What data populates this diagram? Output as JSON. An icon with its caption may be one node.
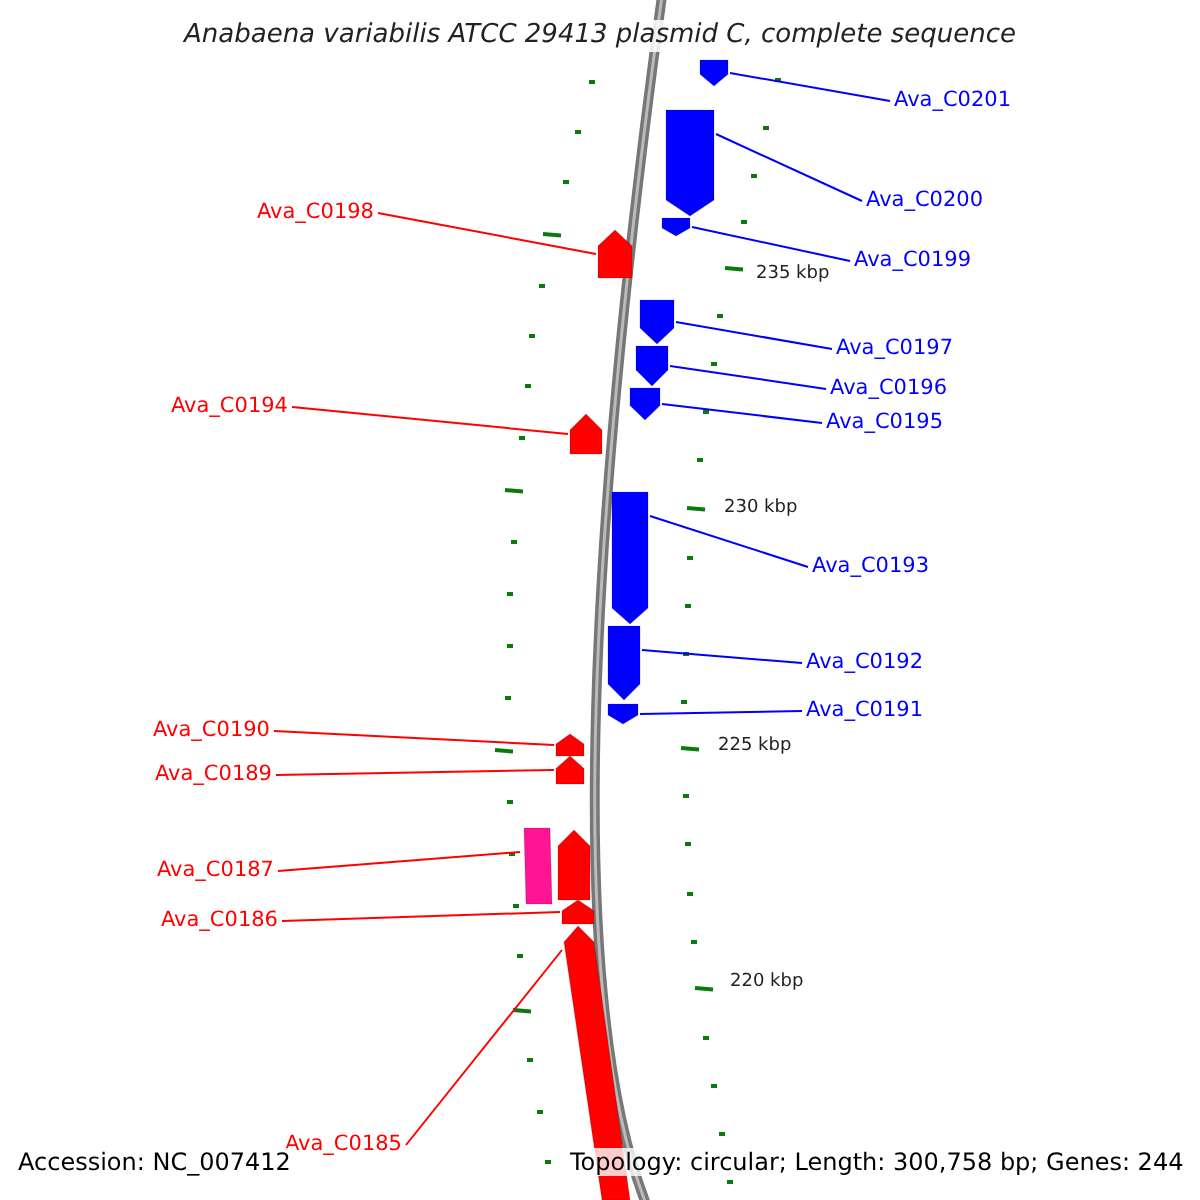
{
  "diagram": {
    "title": "Anabaena variabilis ATCC 29413 plasmid C, complete sequence",
    "nodes": [
      {
        "text": [
          "Ava_C0201"
        ]
      },
      {
        "text": [],
        "shape": "arrow"
      },
      {
        "text": [
          "Ava_C0200"
        ]
      },
      {
        "text": [],
        "shape": "arrow"
      },
      {
        "text": [
          "Ava_C0198"
        ]
      },
      {
        "text": [],
        "shape": "arrow"
      },
      {
        "text": [
          "Ava_C0199"
        ]
      },
      {
        "text": [],
        "shape": "arrow"
      },
      {
        "text": [
          "Ava_C0197"
        ]
      },
      {
        "text": [],
        "shape": "arrow"
      },
      {
        "text": [
          "Ava_C0196"
        ]
      },
      {
        "text": [],
        "shape": "arrow"
      },
      {
        "text": [
          "Ava_C0194"
        ]
      },
      {
        "text": [],
        "shape": "arrow"
      },
      {
        "text": [
          "Ava_C0195"
        ]
      },
      {
        "text": [],
        "shape": "arrow"
      },
      {
        "text": [
          "Ava_C0193"
        ]
      },
      {
        "text": [],
        "shape": "arrow"
      },
      {
        "text": [
          "Ava_C0192"
        ]
      },
      {
        "text": [],
        "shape": "arrow"
      },
      {
        "text": [
          "Ava_C0191"
        ]
      },
      {
        "text": [],
        "shape": "arrow"
      },
      {
        "text": [
          "Ava_C0190"
        ]
      },
      {
        "text": [],
        "shape": "arrow"
      },
      {
        "text": [
          "Ava_C0189"
        ]
      },
      {
        "text": [],
        "shape": "arrow"
      },
      {
        "text": [
          "Ava_C0187"
        ]
      },
      {
        "text": [],
        "shape": "box"
      },
      {
        "text": [],
        "shape": "arrow"
      },
      {
        "text": [
          "Ava_C0186"
        ]
      },
      {
        "text": [],
        "shape": "arrow"
      },
      {
        "text": [
          "Ava_C0185"
        ]
      },
      {
        "text": [],
        "shape": "arrow"
      }
    ],
    "edges": [
      {
        "from": 0,
        "to": 1,
        "arrow": "none",
        "color": "#0000ff"
      },
      {
        "from": 2,
        "to": 3,
        "arrow": "none",
        "color": "#0000ff"
      },
      {
        "from": 4,
        "to": 5,
        "arrow": "none",
        "color": "#ff0000"
      },
      {
        "from": 6,
        "to": 7,
        "arrow": "none",
        "color": "#0000ff"
      },
      {
        "from": 8,
        "to": 9,
        "arrow": "none",
        "color": "#0000ff"
      },
      {
        "from": 10,
        "to": 11,
        "arrow": "none",
        "color": "#0000ff"
      },
      {
        "from": 12,
        "to": 13,
        "arrow": "none",
        "color": "#ff0000"
      },
      {
        "from": 14,
        "to": 15,
        "arrow": "none",
        "color": "#0000ff"
      },
      {
        "from": 16,
        "to": 17,
        "arrow": "none",
        "color": "#0000ff"
      },
      {
        "from": 18,
        "to": 19,
        "arrow": "none",
        "color": "#0000ff"
      },
      {
        "from": 20,
        "to": 21,
        "arrow": "none",
        "color": "#0000ff"
      },
      {
        "from": 22,
        "to": 23,
        "arrow": "none",
        "color": "#ff0000"
      },
      {
        "from": 24,
        "to": 25,
        "arrow": "none",
        "color": "#ff0000"
      },
      {
        "from": 26,
        "to": 27,
        "arrow": "none",
        "color": "#ff0000"
      },
      {
        "from": 29,
        "to": 30,
        "arrow": "none",
        "color": "#ff0000"
      },
      {
        "from": 31,
        "to": 32,
        "arrow": "none",
        "color": "#ff0000"
      }
    ],
    "labels": [
      "235 kbp",
      "230 kbp",
      "225 kbp",
      "220 kbp",
      "Accession: NC_007412",
      "Topology: circular; Length: 300,758 bp; Genes: 244"
    ]
  }
}
